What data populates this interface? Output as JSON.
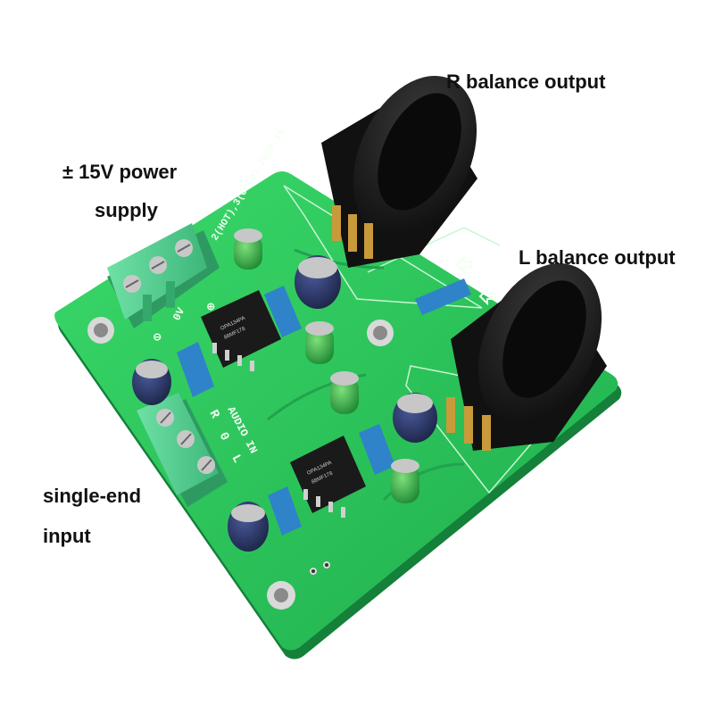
{
  "labels": {
    "r_output": "R balance output",
    "l_output": "L balance output",
    "power_line1": "± 15V power",
    "power_line2": "supply",
    "input_line1": "single-end",
    "input_line2": "input"
  },
  "silkscreen": {
    "audio_in": "AUDIO IN",
    "r": "R",
    "zero": "0",
    "l": "L",
    "zero_v": "0V",
    "plus": "⊕",
    "minus": "⊖",
    "cold": "3(COLD)",
    "board_id": "2(HOT),3(COLD) 2024.10"
  },
  "chips": {
    "top_line1": "OPA134PA",
    "top_line2": "88MF178",
    "bottom_line1": "OPA134PA",
    "bottom_line2": "88MF178"
  },
  "colors": {
    "board": "#27c25a",
    "connector": "#1b1b1b",
    "terminal": "#4fc98a",
    "cap_blue": "#2f83c9",
    "electrolytic_green": "#37b44b",
    "electrolytic_navy": "#26305c"
  }
}
